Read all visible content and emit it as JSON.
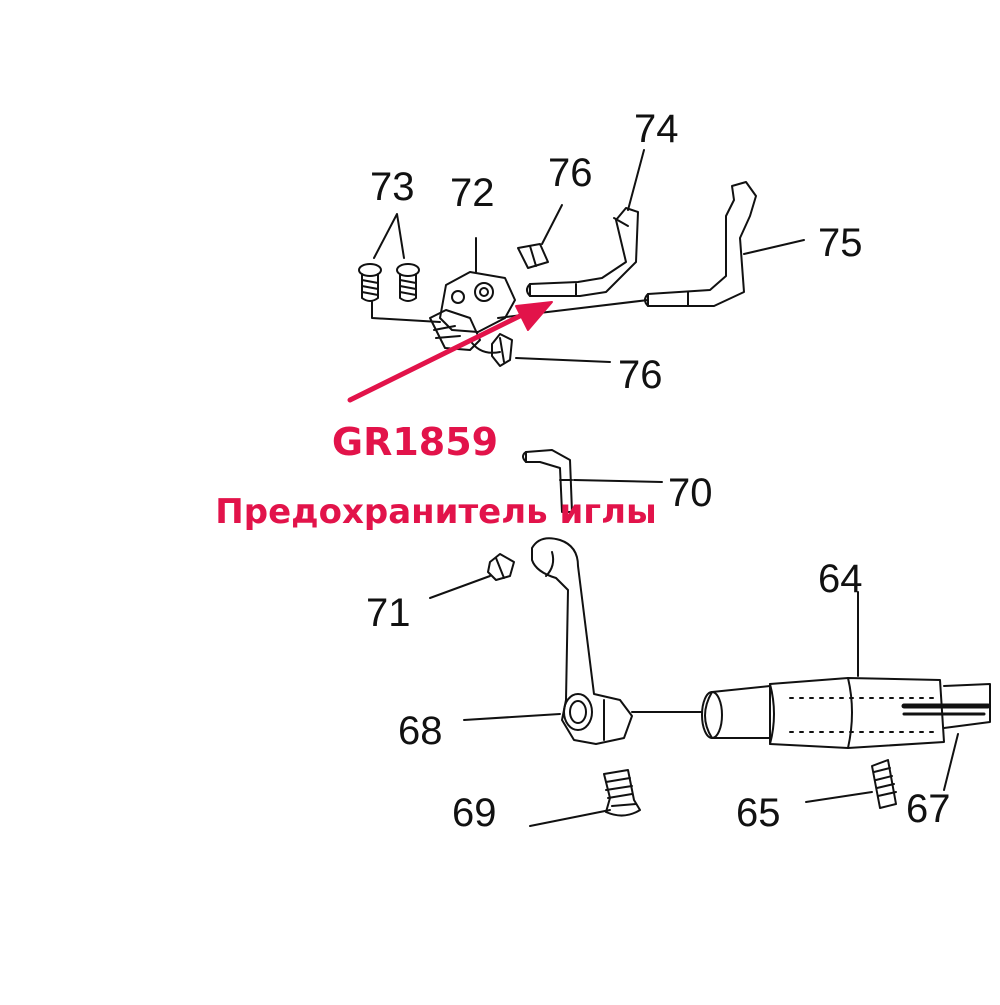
{
  "diagram": {
    "callout": {
      "code": "GR1859",
      "name": "Предохранитель иглы",
      "color": "#e2134a"
    },
    "part_numbers": {
      "p73": "73",
      "p72": "72",
      "p76a": "76",
      "p74": "74",
      "p75": "75",
      "p76b": "76",
      "p70": "70",
      "p71": "71",
      "p64": "64",
      "p68": "68",
      "p69": "69",
      "p65": "65",
      "p67": "67"
    },
    "line_color": "#111111"
  }
}
